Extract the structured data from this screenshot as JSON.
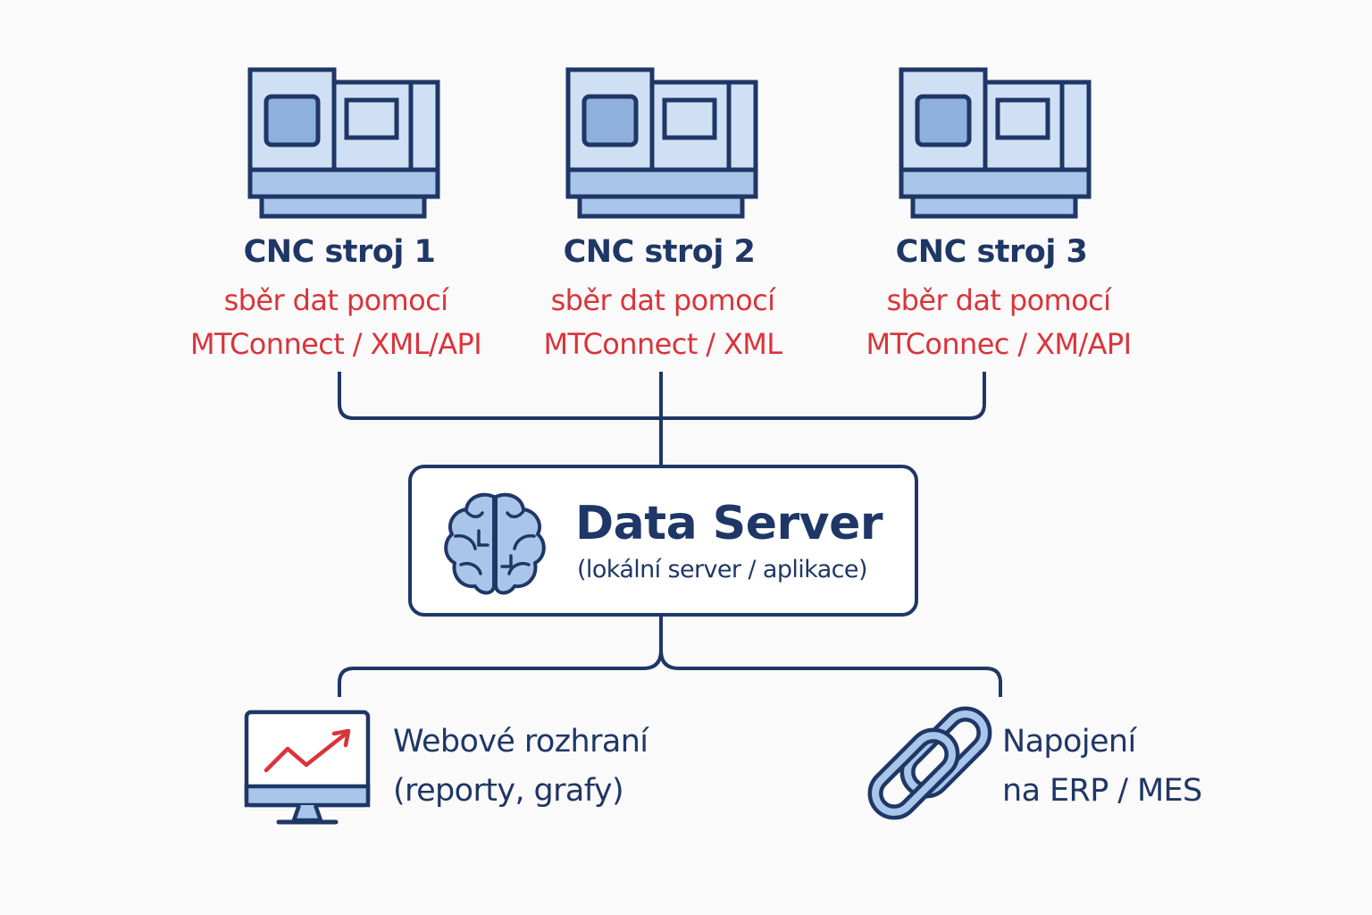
{
  "machines": [
    {
      "title": "CNC stroj 1",
      "desc_line1": "sběr dat pomocí",
      "desc_line2": "MTConnect / XML/API"
    },
    {
      "title": "CNC stroj 2",
      "desc_line1": "sběr dat pomocí",
      "desc_line2": "MTConnect / XML"
    },
    {
      "title": "CNC stroj 3",
      "desc_line1": "sběr dat pomocí",
      "desc_line2": "MTConnec / XM/API"
    }
  ],
  "server": {
    "title": "Data Server",
    "subtitle": "(lokální server / aplikace)",
    "icon": "brain-icon"
  },
  "outputs": {
    "web": {
      "line1": "Webové rozhraní",
      "line2": "(reporty, grafy)",
      "icon": "monitor-chart-icon"
    },
    "erp": {
      "line1": "Napojení",
      "line2": "na ERP / MES",
      "icon": "chain-link-icon"
    }
  },
  "colors": {
    "navy": "#1f3766",
    "red": "#d9343b",
    "light_blue": "#cfe0f5",
    "mid_blue": "#a9c6ea",
    "line": "#1f3766"
  }
}
